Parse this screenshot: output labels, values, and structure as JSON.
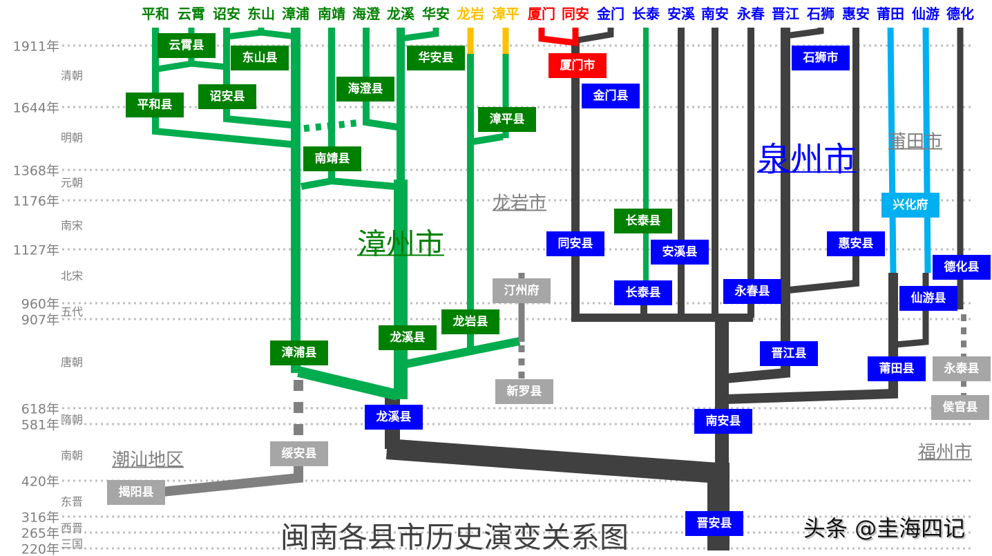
{
  "columns": [
    {
      "name": "平和",
      "color": "#008000"
    },
    {
      "name": "云霄",
      "color": "#008000"
    },
    {
      "name": "诏安",
      "color": "#008000"
    },
    {
      "name": "东山",
      "color": "#008000"
    },
    {
      "name": "漳浦",
      "color": "#008000"
    },
    {
      "name": "南靖",
      "color": "#008000"
    },
    {
      "name": "海澄",
      "color": "#008000"
    },
    {
      "name": "龙溪",
      "color": "#008000"
    },
    {
      "name": "华安",
      "color": "#008000"
    },
    {
      "name": "龙岩",
      "color": "#ffc000"
    },
    {
      "name": "漳平",
      "color": "#ffc000"
    },
    {
      "name": "厦门",
      "color": "#ff0000"
    },
    {
      "name": "同安",
      "color": "#ff0000"
    },
    {
      "name": "金门",
      "color": "#0000ff"
    },
    {
      "name": "长泰",
      "color": "#0000ff"
    },
    {
      "name": "安溪",
      "color": "#0000ff"
    },
    {
      "name": "南安",
      "color": "#0000ff"
    },
    {
      "name": "永春",
      "color": "#0000ff"
    },
    {
      "name": "晋江",
      "color": "#0000ff"
    },
    {
      "name": "石狮",
      "color": "#0000ff"
    },
    {
      "name": "惠安",
      "color": "#0000ff"
    },
    {
      "name": "莆田",
      "color": "#0000ff"
    },
    {
      "name": "仙游",
      "color": "#0000ff"
    },
    {
      "name": "德化",
      "color": "#0000ff"
    }
  ],
  "years": [
    "1911年",
    "1644年",
    "1368年",
    "1176年",
    "1127年",
    "960年",
    "907年",
    "618年",
    "581年",
    "420年",
    "316年",
    "265年",
    "220年"
  ],
  "dynasties": [
    "清朝",
    "明朝",
    "元朝",
    "南宋",
    "北宋",
    "五代",
    "唐朝",
    "隋朝",
    "南朝",
    "东晋",
    "西晋",
    "三国"
  ],
  "boxes": [
    {
      "label": "云霄县",
      "color": "#008000"
    },
    {
      "label": "东山县",
      "color": "#008000"
    },
    {
      "label": "平和县",
      "color": "#008000"
    },
    {
      "label": "诏安县",
      "color": "#008000"
    },
    {
      "label": "海澄县",
      "color": "#008000"
    },
    {
      "label": "华安县",
      "color": "#008000"
    },
    {
      "label": "漳平县",
      "color": "#008000"
    },
    {
      "label": "南靖县",
      "color": "#008000"
    },
    {
      "label": "长泰县",
      "color": "#008000"
    },
    {
      "label": "龙岩县",
      "color": "#008000"
    },
    {
      "label": "龙溪县",
      "color": "#008000"
    },
    {
      "label": "漳浦县",
      "color": "#008000"
    },
    {
      "label": "厦门市",
      "color": "#ff0000"
    },
    {
      "label": "金门县",
      "color": "#0000ff"
    },
    {
      "label": "石狮市",
      "color": "#0000ff"
    },
    {
      "label": "同安县",
      "color": "#0000ff"
    },
    {
      "label": "安溪县",
      "color": "#0000ff"
    },
    {
      "label": "惠安县",
      "color": "#0000ff"
    },
    {
      "label": "长泰县",
      "color": "#0000ff"
    },
    {
      "label": "永春县",
      "color": "#0000ff"
    },
    {
      "label": "德化县",
      "color": "#0000ff"
    },
    {
      "label": "仙游县",
      "color": "#0000ff"
    },
    {
      "label": "晋江县",
      "color": "#0000ff"
    },
    {
      "label": "莆田县",
      "color": "#0000ff"
    },
    {
      "label": "龙溪县",
      "color": "#0000ff"
    },
    {
      "label": "南安县",
      "color": "#0000ff"
    },
    {
      "label": "晋安县",
      "color": "#0000ff"
    },
    {
      "label": "兴化府",
      "color": "#00b0f0"
    },
    {
      "label": "汀州府",
      "color": "#a6a6a6"
    },
    {
      "label": "新罗县",
      "color": "#a6a6a6"
    },
    {
      "label": "绥安县",
      "color": "#a6a6a6"
    },
    {
      "label": "揭阳县",
      "color": "#a6a6a6"
    },
    {
      "label": "永泰县",
      "color": "#a6a6a6"
    },
    {
      "label": "侯官县",
      "color": "#a6a6a6"
    }
  ],
  "regions": {
    "zhangzhou": "漳州市",
    "longyan": "龙岩市",
    "quanzhou": "泉州市",
    "putian": "莆田市",
    "fuzhou": "福州市",
    "chaoshan": "潮汕地区"
  },
  "title": "闽南各县市历史演变关系图",
  "watermark": "头条 @圭海四记",
  "colors": {
    "green_line": "#00ac4e",
    "dark_line": "#404040",
    "gray_line": "#808080",
    "blue_line": "#00b0f0"
  }
}
